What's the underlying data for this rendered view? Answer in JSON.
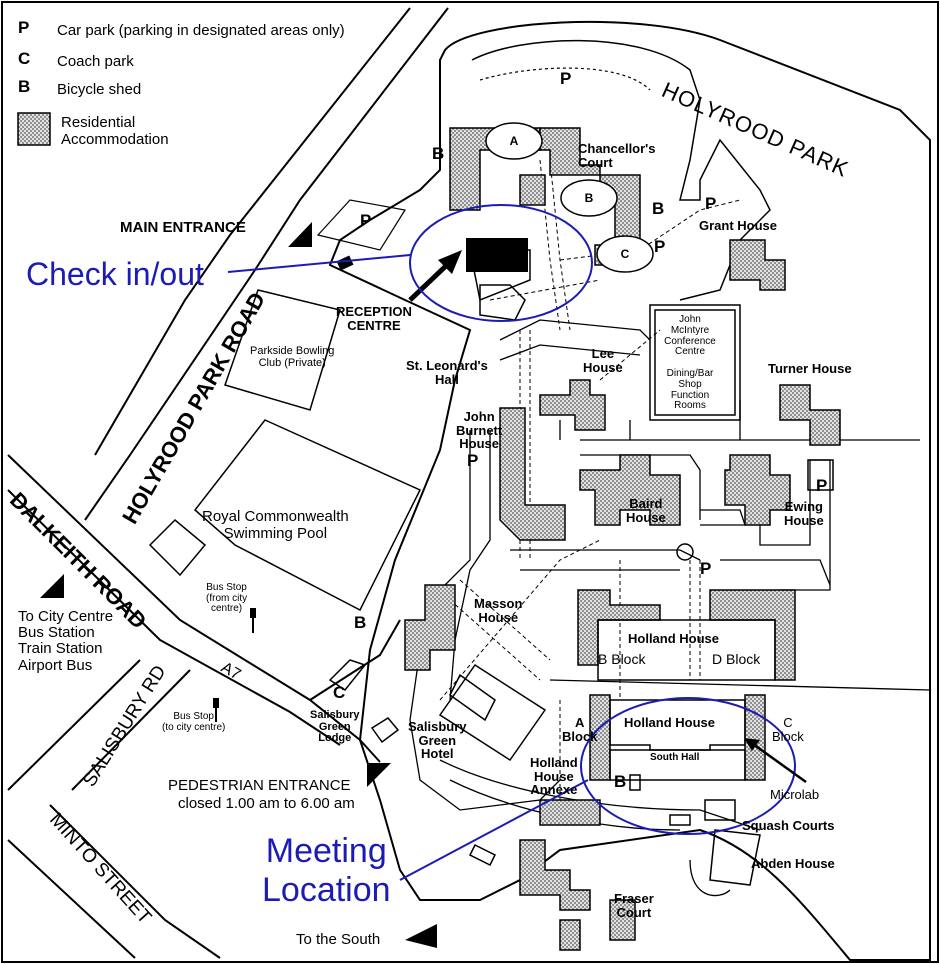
{
  "legend": {
    "items": [
      {
        "key": "P",
        "text": "Car park (parking in designated areas only)"
      },
      {
        "key": "C",
        "text": "Coach park"
      },
      {
        "key": "B",
        "text": "Bicycle shed"
      },
      {
        "key": "",
        "text": "Residential\nAccommodation"
      }
    ]
  },
  "roads": {
    "holyrood_park": "HOLYROOD PARK",
    "holyrood_park_road": "HOLYROOD PARK ROAD",
    "dalkeith_road": "DALKEITH ROAD",
    "salisbury_rd": "SALISBURY RD",
    "minto_street": "MINTO STREET",
    "a7": "A7"
  },
  "entrances": {
    "main": "MAIN ENTRANCE",
    "pedestrian": "PEDESTRIAN ENTRANCE",
    "pedestrian_hours": "closed 1.00 am to 6.00 am",
    "to_the_south": "To the South",
    "to_city_centre": "To City Centre\nBus Station\nTrain Station\nAirport Bus"
  },
  "buildings": {
    "reception": "RECEPTION\nCENTRE",
    "chancellors_court": "Chancellor's\nCourt",
    "grant_house": "Grant House",
    "jmcc": "John\nMcIntyre\nConference\nCentre\n\nDining/Bar\nShop\nFunction\nRooms",
    "lee_house": "Lee\nHouse",
    "turner_house": "Turner House",
    "st_leonards_hall": "St. Leonard's\nHall",
    "john_burnett_house": "John\nBurnett\nHouse",
    "baird_house": "Baird\nHouse",
    "ewing_house": "Ewing\nHouse",
    "parkside_bowling": "Parkside Bowling\nClub (Private)",
    "swimming_pool": "Royal Commonwealth\nSwimming Pool",
    "bus_stop_from": "Bus Stop\n(from city\ncentre)",
    "bus_stop_to": "Bus Stop\n(to city centre)",
    "masson_house": "Masson\nHouse",
    "holland_house": "Holland House",
    "b_block": "B Block",
    "d_block": "D Block",
    "holland_house_south": "Holland House",
    "south_hall": "South Hall",
    "a_block": "A\nBlock",
    "c_block": "C\nBlock",
    "microlab": "Microlab",
    "squash_courts": "Squash Courts",
    "abden_house": "Abden House",
    "salisbury_green_lodge": "Salisbury\nGreen\nLodge",
    "salisbury_green_hotel": "Salisbury\nGreen\nHotel",
    "holland_house_annexe": "Holland\nHouse\nAnnexe",
    "fraser_court": "Fraser\nCourt"
  },
  "markers": {
    "chancellors_a": "A",
    "chancellors_b": "B",
    "chancellors_c": "C",
    "p": "P",
    "b": "B",
    "c": "C"
  },
  "annotations": {
    "check_in_out": "Check in/out",
    "meeting_location": "Meeting\nLocation",
    "color": "#1c1cb4"
  },
  "icons": [
    "entrance-arrow-icon",
    "direction-arrow-icon",
    "bus-stop-icon"
  ]
}
